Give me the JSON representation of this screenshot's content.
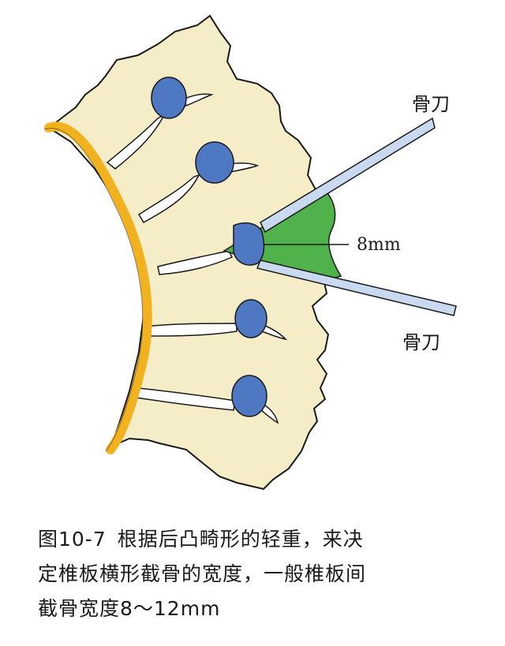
{
  "figure": {
    "labels": {
      "knife_top": "骨刀",
      "knife_bottom": "骨刀",
      "width": "8mm"
    },
    "colors": {
      "bone": "#f5ecc8",
      "outline": "#1a1a1a",
      "cord": "#f2b21f",
      "nucleus": "#4f78c2",
      "wedge": "#4fb24a",
      "knife": "#c9d9ef"
    }
  },
  "caption": {
    "figure_no": "图10-7",
    "line1": "根据后凸畸形的轻重，来决",
    "line2": "定椎板横形截骨的宽度，一般椎板间",
    "line3": "截骨宽度8～12mm"
  }
}
